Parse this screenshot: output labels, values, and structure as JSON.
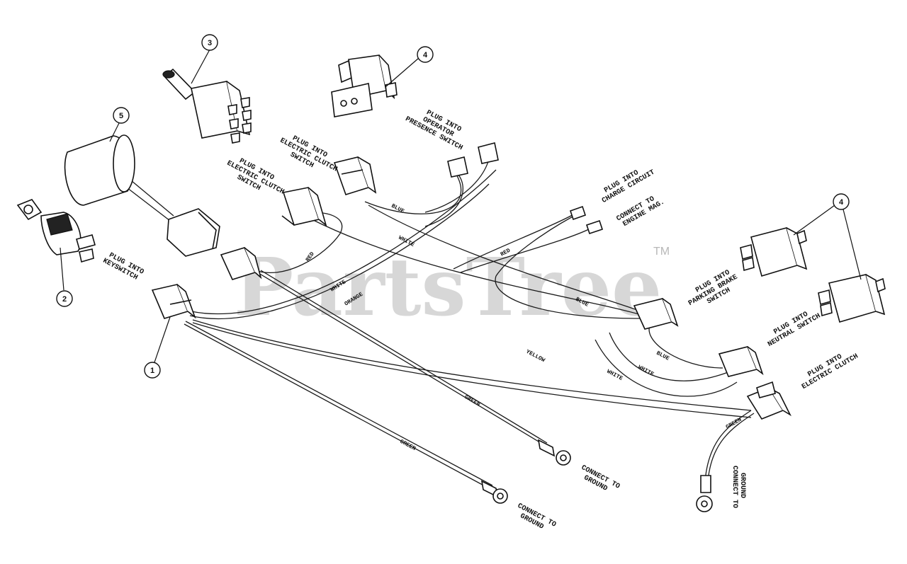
{
  "watermark": {
    "text": "PartsTree",
    "trademark": "TM"
  },
  "callouts": [
    "1",
    "2",
    "3",
    "4",
    "4",
    "5"
  ],
  "labels": {
    "operator_presence": [
      "PLUG INTO",
      "OPERATOR",
      "PRESENCE SWITCH"
    ],
    "electric_clutch_switch_a": [
      "PLUG INTO",
      "ELECTRIC CLUTCH",
      "SWITCH"
    ],
    "electric_clutch_switch_b": [
      "PLUG INTO",
      "ELECTRIC CLUTCH",
      "SWITCH"
    ],
    "keyswitch": [
      "PLUG INTO",
      "KEYSWITCH"
    ],
    "charge_circuit": [
      "PLUG INTO",
      "CHARGE CIRCUIT"
    ],
    "engine_mag": [
      "CONNECT TO",
      "ENGINE MAG."
    ],
    "parking_brake": [
      "PLUG INTO",
      "PARKING BRAKE",
      "SWITCH"
    ],
    "neutral_switch": [
      "PLUG INTO",
      "NEUTRAL SWITCH"
    ],
    "electric_clutch": [
      "PLUG INTO",
      "ELECTRIC CLUTCH"
    ],
    "ground_a": [
      "CONNECT TO",
      "GROUND"
    ],
    "ground_b": [
      "CONNECT TO",
      "GROUND"
    ],
    "ground_c": [
      "CONNECT TO",
      "GROUND"
    ]
  },
  "wire_colors": {
    "blue_top": "BLUE",
    "white_top": "WHITE",
    "red_left": "RED",
    "red_right": "RED",
    "white_left": "WHITE",
    "orange": "ORANGE",
    "blue_mid": "BLUE",
    "blue_low": "BLUE",
    "yellow": "YELLOW",
    "white_low1": "WHITE",
    "white_low2": "WHITE",
    "green_a": "GREEN",
    "green_b": "GREEN",
    "green_c": "GREEN"
  }
}
